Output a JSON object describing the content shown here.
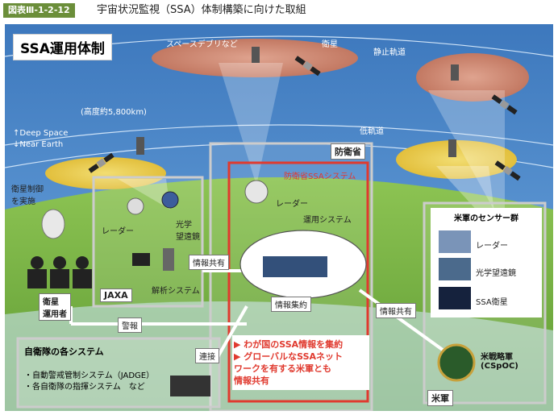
{
  "header": {
    "figure_id": "図表Ⅲ-1-2-12",
    "title": "宇宙状況監視（SSA）体制構築に向けた取組"
  },
  "diagram": {
    "main_title": "SSA運用体制",
    "sky": {
      "space_debris": "スペースデブリなど",
      "satellite": "衛星",
      "geostationary_orbit": "静止軌道",
      "altitude": "(高度約5,800km)",
      "deep_space": "↑Deep Space",
      "near_earth": "↓Near Earth",
      "low_orbit": "低軌道"
    },
    "operators": {
      "control_label": "衛星制御\nを実施",
      "operator_tag": "衛星\n運用者"
    },
    "jaxa": {
      "name": "JAXA",
      "radar": "レーダー",
      "optical": "光学\n望遠鏡",
      "analysis": "解析システム"
    },
    "mod": {
      "name": "防衛省",
      "ssa_system": "防衛省SSAシステム",
      "radar": "レーダー",
      "operations": "運用システム",
      "aggregation": "情報集約",
      "bullets": [
        "わが国のSSA情報を集約",
        "グローバルなSSAネット\nワークを有する米軍とも\n情報共有"
      ]
    },
    "links": {
      "info_share_left": "情報共有",
      "info_share_right": "情報共有",
      "alert": "警報",
      "coordination": "連接"
    },
    "sdf": {
      "title": "自衛隊の各システム",
      "items": [
        "・自動警戒管制システム（JADGE）",
        "・各自衛隊の指揮システム　など"
      ]
    },
    "us": {
      "panel_title": "米軍のセンサー群",
      "sensors": [
        "レーダー",
        "光学望遠鏡",
        "SSA衛星"
      ],
      "stratcom": "米戦略軍\n(CSpOC)",
      "name": "米軍"
    }
  },
  "colors": {
    "accent_red": "#e03a2f",
    "sky_blue": "#4a86c8",
    "ground_green": "#7fb548",
    "figure_badge": "#6b8e3a"
  }
}
